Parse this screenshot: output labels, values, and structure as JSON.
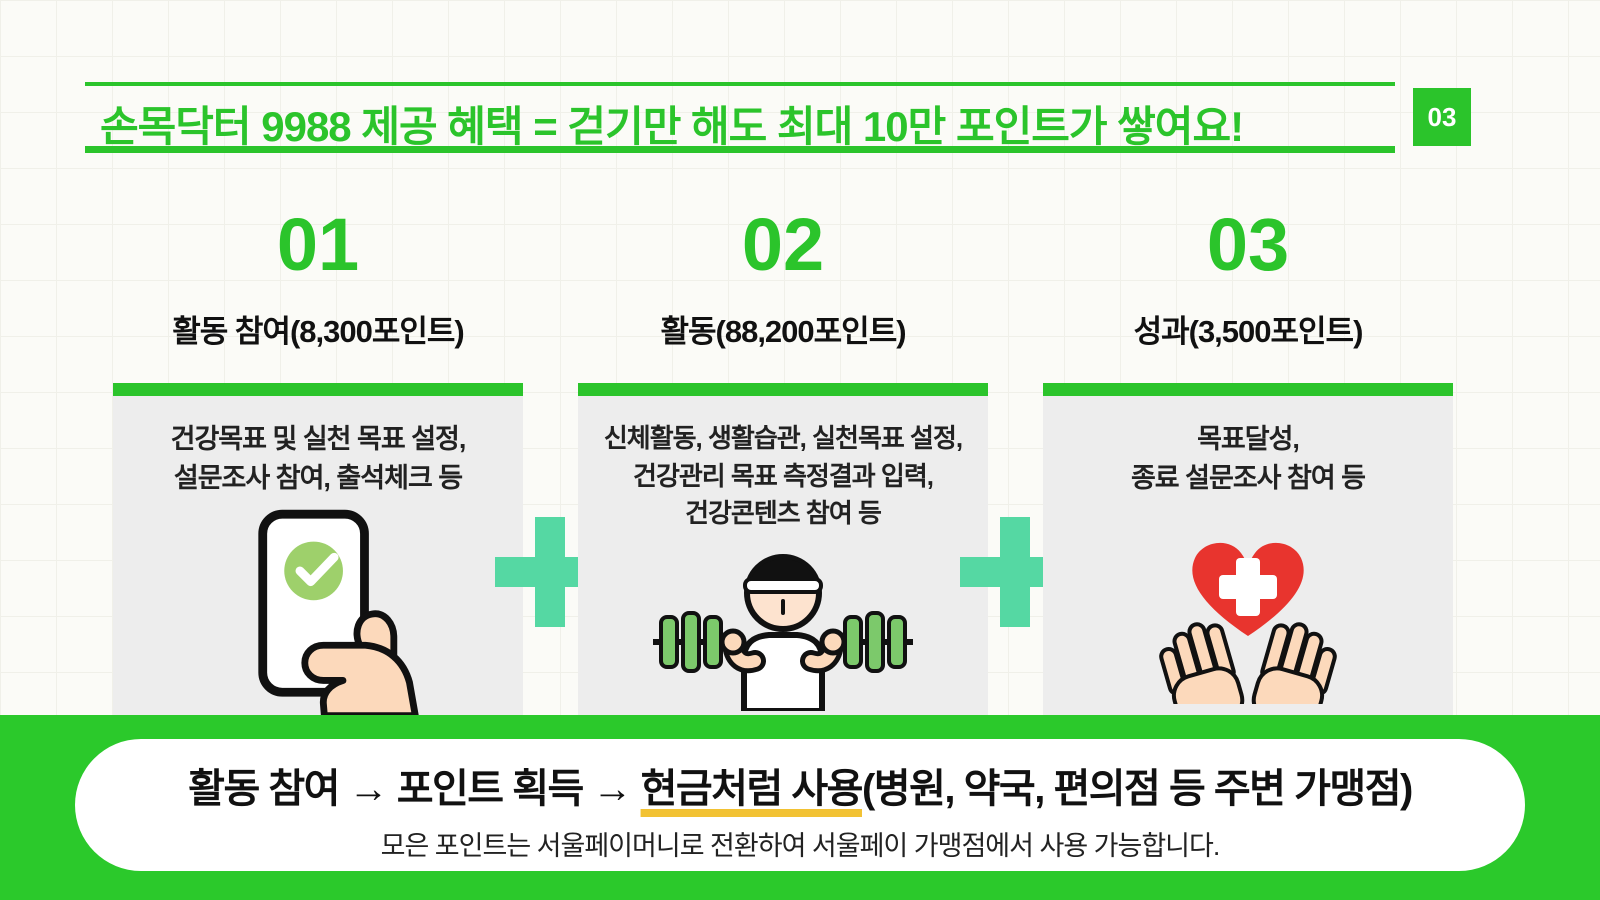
{
  "header": {
    "title": "손목닥터 9988 제공 혜택 = 걷기만 해도 최대 10만 포인트가 쌓여요!",
    "badge": "03"
  },
  "sections": [
    {
      "number": "01",
      "title": "활동 참여(8,300포인트)",
      "lines": [
        "건강목표 및 실천 목표 설정,",
        "설문조사 참여, 출석체크 등"
      ],
      "icon": "phone-check-icon"
    },
    {
      "number": "02",
      "title": "활동(88,200포인트)",
      "lines": [
        "신체활동, 생활습관, 실천목표 설정,",
        "건강관리 목표 측정결과 입력,",
        "건강콘텐츠 참여 등"
      ],
      "icon": "dumbbell-person-icon"
    },
    {
      "number": "03",
      "title": "성과(3,500포인트)",
      "lines": [
        "목표달성,",
        "종료 설문조사 참여 등"
      ],
      "icon": "heart-hands-icon"
    }
  ],
  "banner": {
    "flow_prefix": "활동 참여 → 포인트 획득 → ",
    "flow_highlight": "현금처럼 사용",
    "flow_suffix": "(병원, 약국, 편의점 등 주변 가맹점)",
    "subtext": "모은 포인트는 서울페이머니로 전환하여 서울페이 가맹점에서 사용 가능합니다."
  },
  "colors": {
    "brand_green": "#2bc42b",
    "plus_mint": "#55d8a3",
    "card_background": "#ededed",
    "heart_red": "#e8342e",
    "check_green": "#9ed06b",
    "underline_yellow": "#f2c233"
  }
}
